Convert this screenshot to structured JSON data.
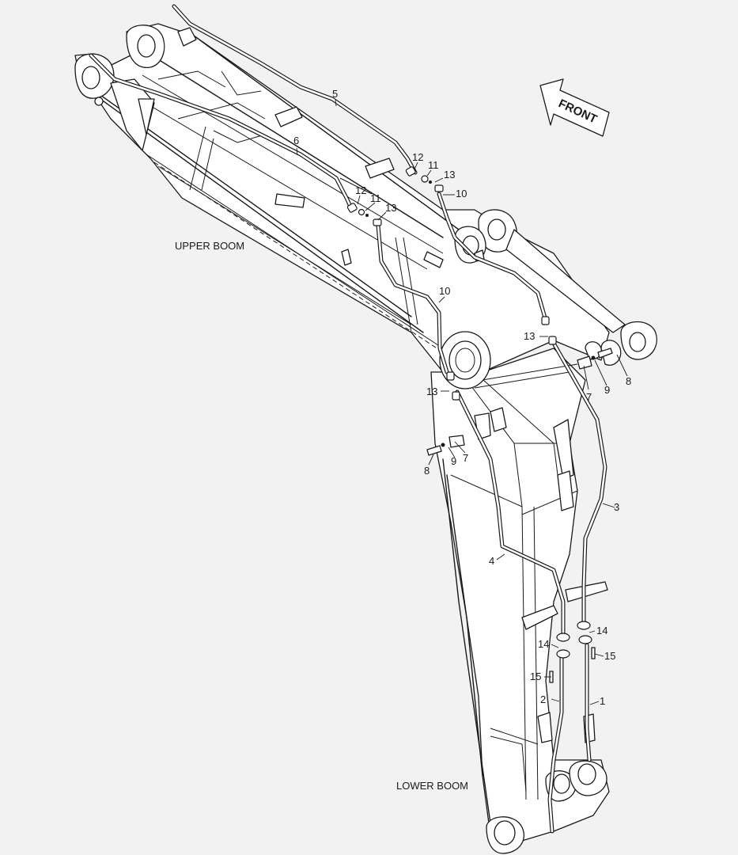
{
  "labels": {
    "upper_boom": "UPPER BOOM",
    "lower_boom": "LOWER BOOM",
    "front": "FRONT"
  },
  "callouts": {
    "c1": "1",
    "c2": "2",
    "c3": "3",
    "c4": "4",
    "c5": "5",
    "c6": "6",
    "c7a": "7",
    "c7b": "7",
    "c8a": "8",
    "c8b": "8",
    "c9a": "9",
    "c9b": "9",
    "c10a": "10",
    "c10b": "10",
    "c11a": "11",
    "c11b": "11",
    "c12a": "12",
    "c12b": "12",
    "c13a": "13",
    "c13b": "13",
    "c13c": "13",
    "c13d": "13",
    "c14a": "14",
    "c14b": "14",
    "c15a": "15",
    "c15b": "15"
  }
}
